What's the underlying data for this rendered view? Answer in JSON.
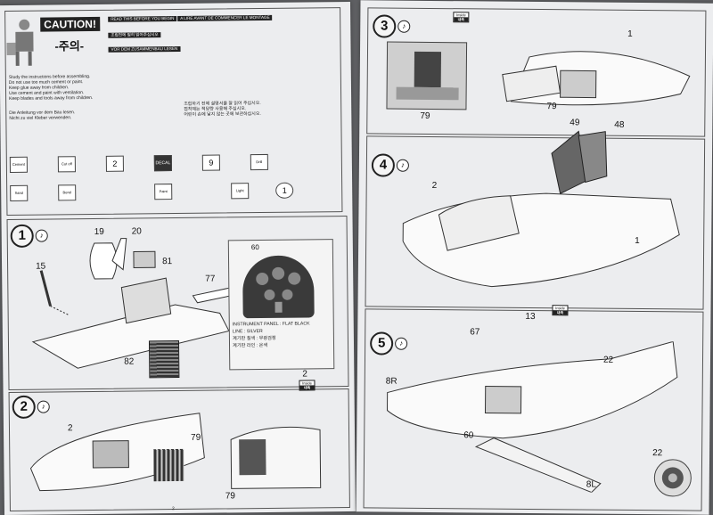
{
  "left_page": {
    "caution": {
      "title": "CAUTION!",
      "subtitle_ko": "-주의-",
      "read_en": "READ THIS BEFORE YOU BEGIN",
      "read_ko": "조립전에 필히 읽어주십시오",
      "read_de": "VOR DEM ZUSAMMENBAU LESEN",
      "read_fr": "A LIRE AVANT DE COMMENCER LE MONTAGE",
      "notes_en": [
        "Study the instructions before assembling.",
        "Do not use too much cement or paint.",
        "Keep glue away from children.",
        "Use cement and paint with ventilation.",
        "Keep blades and tools away from children."
      ],
      "notes_ko": [
        "조립하기 전에 설명서를 잘 읽어 주십시오.",
        "접착제는 적당량 사용해 주십시오.",
        "어린이 손에 닿지 않는 곳에 보관하십시오."
      ],
      "notes_de": [
        "Die Anleitung vor dem Bau lesen.",
        "Nicht zu viel Kleber verwenden."
      ],
      "page_number": "2"
    },
    "symbols": [
      {
        "icon": "cement",
        "label": "Cement"
      },
      {
        "icon": "cut",
        "label": "Cut off"
      },
      {
        "icon": "repeat",
        "label": "2"
      },
      {
        "icon": "decal",
        "label": "DECAL"
      },
      {
        "icon": "option",
        "label": "9"
      },
      {
        "icon": "drill",
        "label": "Drill"
      },
      {
        "icon": "sand",
        "label": "Sand"
      },
      {
        "icon": "bend",
        "label": "Bend"
      },
      {
        "icon": "paint",
        "label": "Paint"
      },
      {
        "icon": "lamp",
        "label": "Light"
      },
      {
        "icon": "number",
        "label": "1"
      }
    ],
    "steps": [
      {
        "number": "1",
        "parts": [
          "15",
          "19",
          "20",
          "81",
          "77",
          "82"
        ]
      },
      {
        "number": "2",
        "parts": [
          "2",
          "79",
          "79",
          "2"
        ]
      }
    ],
    "instrument_panel": {
      "part": "60",
      "line1": "INSTRUMENT PANEL : FLAT BLACK",
      "line2": "LINE : SILVER",
      "line3": "계기판 칠색 : 무광검정",
      "line4": "계기판 라인 : 은색"
    },
    "inside_tag": {
      "en": "Inside",
      "ko": "내측"
    }
  },
  "right_page": {
    "steps": [
      {
        "number": "3",
        "parts": [
          "1",
          "79",
          "79"
        ]
      },
      {
        "number": "4",
        "parts": [
          "49",
          "48",
          "2",
          "1"
        ]
      },
      {
        "number": "5",
        "parts": [
          "13",
          "67",
          "8R",
          "60",
          "22",
          "8L",
          "22"
        ]
      }
    ],
    "inside_tag": {
      "en": "Inside",
      "ko": "내측"
    }
  }
}
